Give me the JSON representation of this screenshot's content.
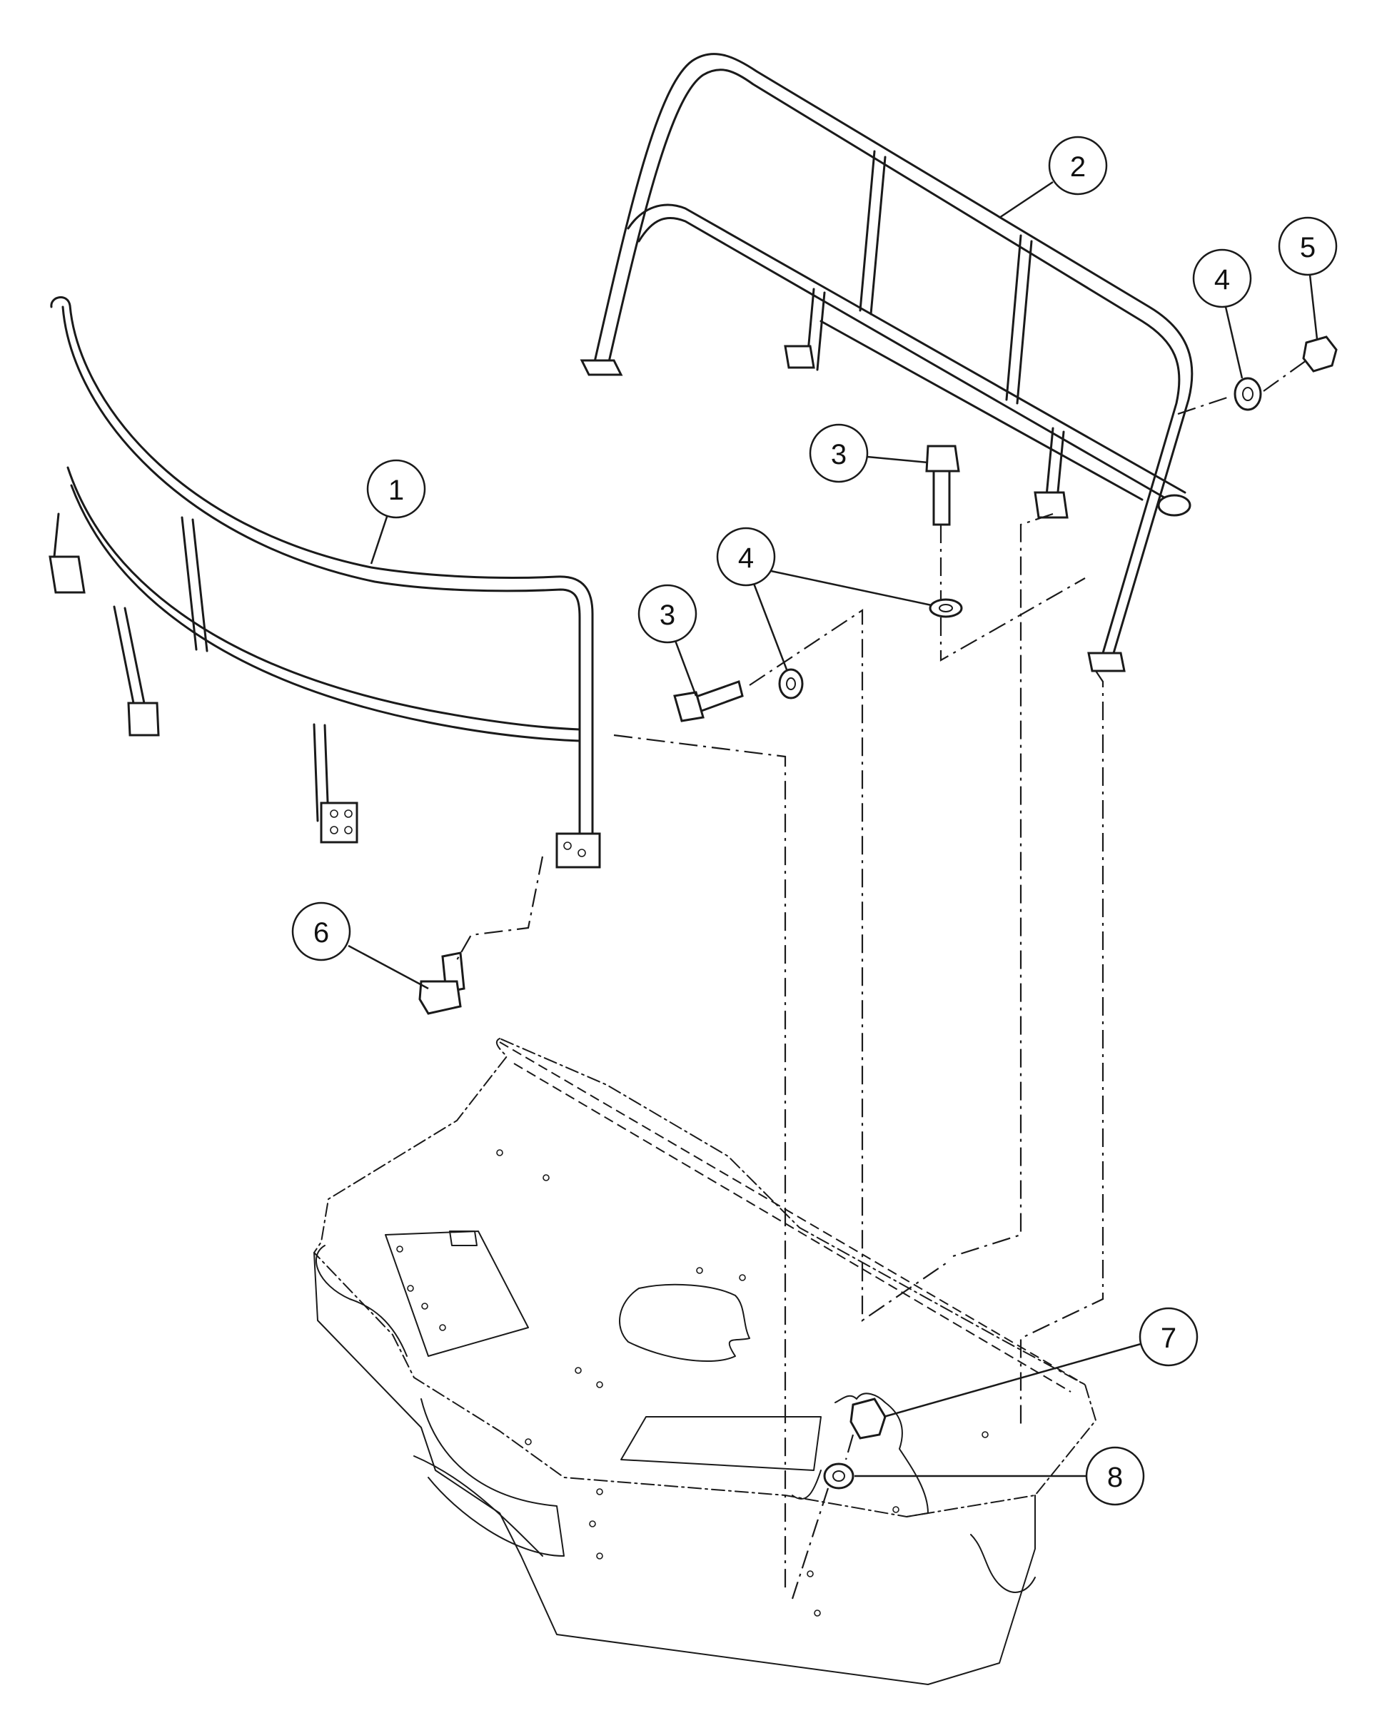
{
  "diagram": {
    "callouts": [
      {
        "id": "c1",
        "label": "1",
        "part": "front-guard-rail"
      },
      {
        "id": "c2",
        "label": "2",
        "part": "rear-guard-rail"
      },
      {
        "id": "c3a",
        "label": "3",
        "part": "bolt"
      },
      {
        "id": "c3b",
        "label": "3",
        "part": "bolt"
      },
      {
        "id": "c4a",
        "label": "4",
        "part": "washer"
      },
      {
        "id": "c4b",
        "label": "4",
        "part": "washer"
      },
      {
        "id": "c5",
        "label": "5",
        "part": "nut"
      },
      {
        "id": "c6",
        "label": "6",
        "part": "bolt"
      },
      {
        "id": "c7",
        "label": "7",
        "part": "nut"
      },
      {
        "id": "c8",
        "label": "8",
        "part": "washer"
      }
    ]
  }
}
